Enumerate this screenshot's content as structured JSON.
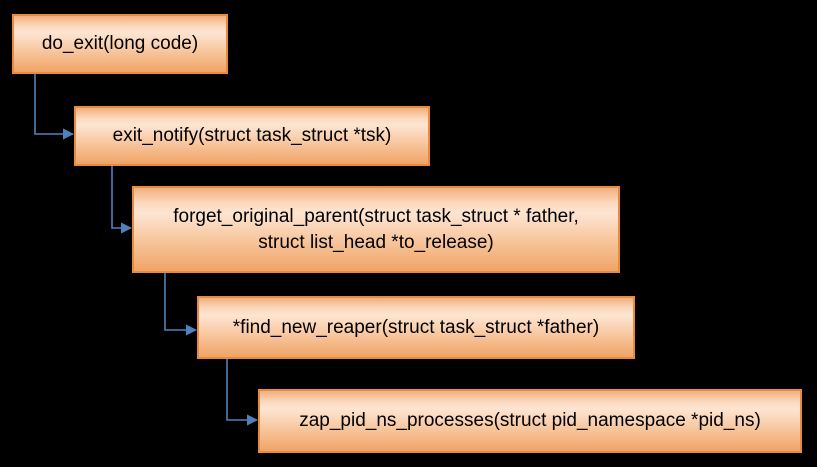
{
  "diagram": {
    "type": "call-hierarchy-flowchart",
    "background": "#000000",
    "colors": {
      "background": "#000000",
      "box_border": "#ea8a3e",
      "box_fill_top": "#f1af7e",
      "box_fill_light": "#fde5d2",
      "box_fill_bottom": "#f0a466",
      "connector": "#4f81bd",
      "text": "#000000"
    },
    "nodes": [
      {
        "id": "do-exit",
        "lines": [
          "do_exit(long code)"
        ]
      },
      {
        "id": "exit-notify",
        "lines": [
          "exit_notify(struct task_struct *tsk)"
        ]
      },
      {
        "id": "forget-original-parent",
        "lines": [
          "forget_original_parent(struct task_struct * father,",
          "struct list_head *to_release)"
        ]
      },
      {
        "id": "find-new-reaper",
        "lines": [
          "*find_new_reaper(struct task_struct *father)"
        ]
      },
      {
        "id": "zap-pid-ns-processes",
        "lines": [
          "zap_pid_ns_processes(struct pid_namespace *pid_ns)"
        ]
      }
    ],
    "edges": [
      {
        "from": "do-exit",
        "to": "exit-notify"
      },
      {
        "from": "exit-notify",
        "to": "forget-original-parent"
      },
      {
        "from": "forget-original-parent",
        "to": "find-new-reaper"
      },
      {
        "from": "find-new-reaper",
        "to": "zap-pid-ns-processes"
      }
    ]
  }
}
